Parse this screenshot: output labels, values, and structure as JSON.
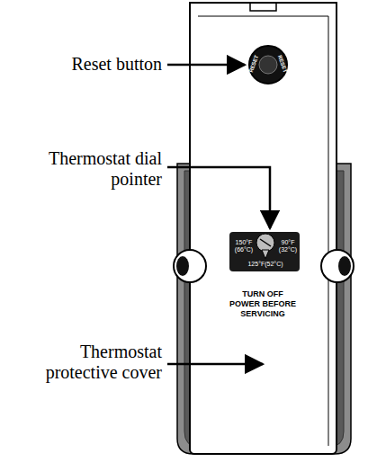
{
  "diagram": {
    "nodes": [
      {
        "text": [
          "TURN OFF POWER BEFORE SERVICING"
        ]
      },
      {
        "text": [
          "RESET",
          "RESET"
        ],
        "in": 0
      },
      {
        "text": [
          "150°F (66°C)",
          "90°F (32°C)",
          "125°F(52°C)"
        ],
        "in": 0
      }
    ],
    "labels": [
      "Reset button",
      "Thermostat dial pointer",
      "Thermostat protective cover"
    ]
  }
}
